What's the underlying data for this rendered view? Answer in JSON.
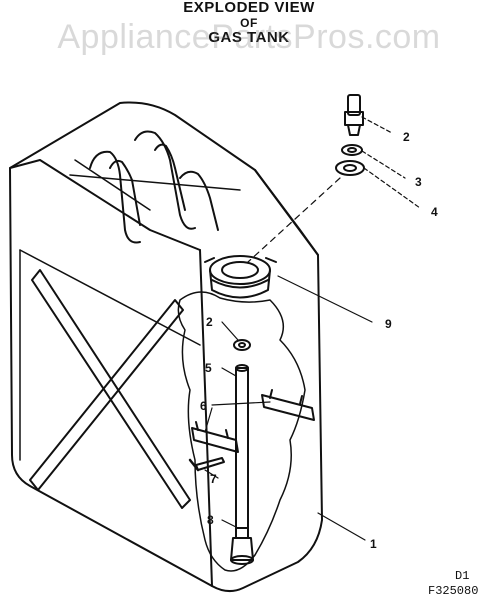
{
  "title": {
    "line1": "EXPLODED VIEW",
    "line2": "OF",
    "line3": "GAS TANK"
  },
  "watermark": "AppliancePartsPros.com",
  "callouts": [
    {
      "id": "callout-1",
      "label": "1"
    },
    {
      "id": "callout-2-top",
      "label": "2"
    },
    {
      "id": "callout-3",
      "label": "3"
    },
    {
      "id": "callout-4",
      "label": "4"
    },
    {
      "id": "callout-9",
      "label": "9"
    },
    {
      "id": "callout-2-lower",
      "label": "2"
    },
    {
      "id": "callout-5",
      "label": "5"
    },
    {
      "id": "callout-6",
      "label": "6"
    },
    {
      "id": "callout-7",
      "label": "7"
    },
    {
      "id": "callout-8",
      "label": "8"
    }
  ],
  "drawing_code": {
    "line1": "D1",
    "line2": "F325080"
  }
}
